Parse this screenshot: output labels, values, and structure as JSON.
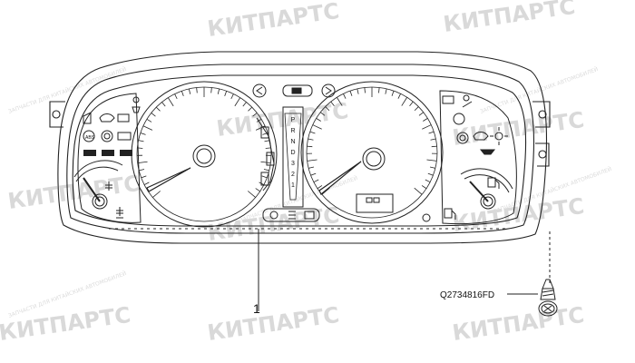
{
  "callout": {
    "number": "1"
  },
  "part_label": "Q2734816FD",
  "gear_indicator": [
    "P",
    "R",
    "N",
    "D",
    "3",
    "2",
    "1"
  ],
  "watermark": {
    "brand": "КИТПАРТС",
    "tagline": "ЗАПЧАСТИ ДЛЯ КИТАЙСКИХ АВТОМОБИЛЕЙ"
  },
  "colors": {
    "line": "#222222",
    "watermark": "#d9d9d9"
  }
}
